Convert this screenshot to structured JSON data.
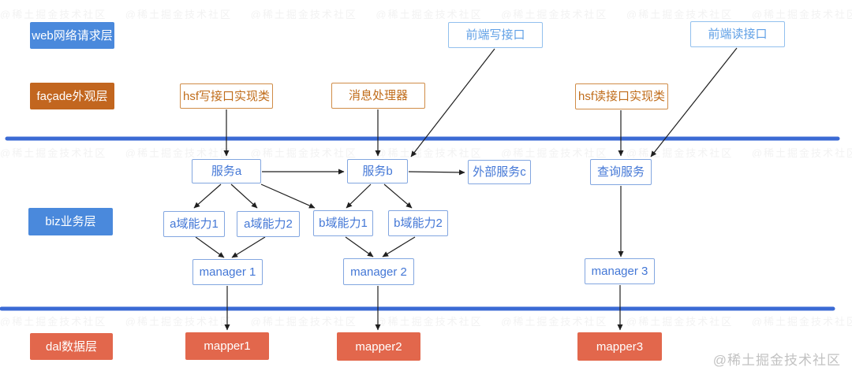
{
  "layers": {
    "web": "web网络请求层",
    "facade": "façade外观层",
    "biz": "biz业务层",
    "dal": "dal数据层"
  },
  "nodes": {
    "frontend_write": "前端写接口",
    "frontend_read": "前端读接口",
    "hsf_write_impl": "hsf写接口实现类",
    "msg_processor": "消息处理器",
    "hsf_read_impl": "hsf读接口实现类",
    "service_a": "服务a",
    "service_b": "服务b",
    "external_service_c": "外部服务c",
    "query_service": "查询服务",
    "a_ability_1": "a域能力1",
    "a_ability_2": "a域能力2",
    "b_ability_1": "b域能力1",
    "b_ability_2": "b域能力2",
    "manager_1": "manager 1",
    "manager_2": "manager 2",
    "manager_3": "manager 3",
    "mapper_1": "mapper1",
    "mapper_2": "mapper2",
    "mapper_3": "mapper3"
  },
  "edges": [
    {
      "from": "hsf_write_impl",
      "to": "service_a"
    },
    {
      "from": "msg_processor",
      "to": "service_b"
    },
    {
      "from": "hsf_read_impl",
      "to": "query_service"
    },
    {
      "from": "frontend_write",
      "to": "service_b"
    },
    {
      "from": "frontend_read",
      "to": "query_service"
    },
    {
      "from": "service_a",
      "to": "service_b"
    },
    {
      "from": "service_b",
      "to": "external_service_c"
    },
    {
      "from": "service_a",
      "to": "a_ability_1"
    },
    {
      "from": "service_a",
      "to": "a_ability_2"
    },
    {
      "from": "service_a",
      "to": "b_ability_1"
    },
    {
      "from": "service_b",
      "to": "b_ability_1"
    },
    {
      "from": "service_b",
      "to": "b_ability_2"
    },
    {
      "from": "a_ability_1",
      "to": "manager_1"
    },
    {
      "from": "a_ability_2",
      "to": "manager_1"
    },
    {
      "from": "b_ability_1",
      "to": "manager_2"
    },
    {
      "from": "b_ability_2",
      "to": "manager_2"
    },
    {
      "from": "query_service",
      "to": "manager_3"
    },
    {
      "from": "manager_1",
      "to": "mapper_1"
    },
    {
      "from": "manager_2",
      "to": "mapper_2"
    },
    {
      "from": "manager_3",
      "to": "mapper_3"
    }
  ],
  "colors": {
    "layer_blue": "#4a89dc",
    "layer_orange": "#c2661f",
    "layer_red": "#e2674c",
    "outline_blue_border": "#82a6e0",
    "outline_blue_text": "#4377d6",
    "outline_lightblue_border": "#92c0ee",
    "outline_lightblue_text": "#60a0e6",
    "outline_orange_border": "#d08c47",
    "outline_orange_text": "#c06c1a",
    "separator_blue": "#3b6ad4",
    "arrow": "#1f1f1f"
  },
  "watermark": "@稀土掘金技术社区"
}
